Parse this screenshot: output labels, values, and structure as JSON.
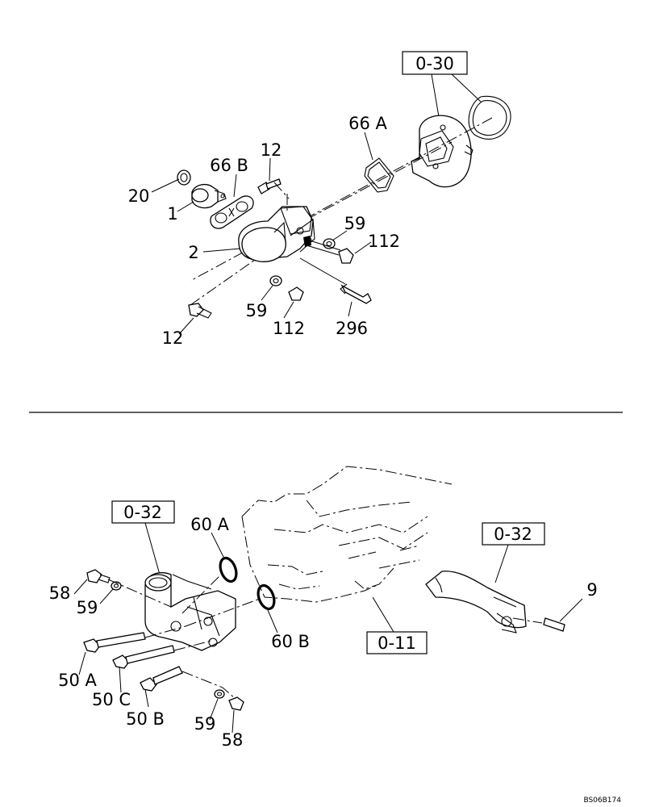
{
  "top_assembly": {
    "references": {
      "ref_0_30": "0-30"
    },
    "callouts": {
      "c_66a": "66 A",
      "c_66b": "66 B",
      "c_12_top": "12",
      "c_20": "20",
      "c_1": "1",
      "c_59_right": "59",
      "c_112_right": "112",
      "c_2": "2",
      "c_59_bottom": "59",
      "c_112_bottom": "112",
      "c_296": "296",
      "c_12_bottom": "12"
    }
  },
  "bottom_assembly": {
    "references": {
      "ref_0_32_left": "0-32",
      "ref_0_32_right": "0-32",
      "ref_0_11": "0-11"
    },
    "callouts": {
      "c_60a": "60 A",
      "c_58_top": "58",
      "c_59_top": "59",
      "c_60b": "60 B",
      "c_9": "9",
      "c_50a": "50 A",
      "c_50c": "50 C",
      "c_50b": "50 B",
      "c_59_bottom": "59",
      "c_58_bottom": "58"
    }
  },
  "drawing_code": "BS06B174"
}
